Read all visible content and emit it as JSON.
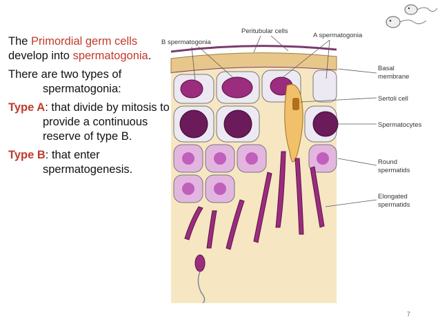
{
  "text": {
    "p1_a": "The ",
    "p1_hl": "Primordial germ cells",
    "p1_b": " develop into ",
    "p1_hl2": "spermatogonia",
    "p1_c": ".",
    "p2": "There are two types of spermatogonia:",
    "p3_label": "Type A",
    "p3_rest": ": that divide by mitosis to provide a continuous reserve of type B.",
    "p4_label": "Type B",
    "p4_rest": ": that enter spermatogenesis."
  },
  "figure": {
    "labels": {
      "b_spermatogonia": "B spermatogonia",
      "peritubular": "Peritubular cells",
      "a_spermatogonia": "A spermatogonia",
      "basal1": "Basal",
      "basal2": "membrane",
      "sertoli": "Sertoli cell",
      "spermatocytes": "Spermatocytes",
      "round1": "Round",
      "round2": "spermatids",
      "elong1": "Elongated",
      "elong2": "spermatids"
    }
  },
  "page_number": "7",
  "colors": {
    "accent": "#c0392b",
    "cell_fill": "#d9a3d6",
    "nucleus": "#8b1a6b",
    "membrane": "#e8c88a"
  }
}
